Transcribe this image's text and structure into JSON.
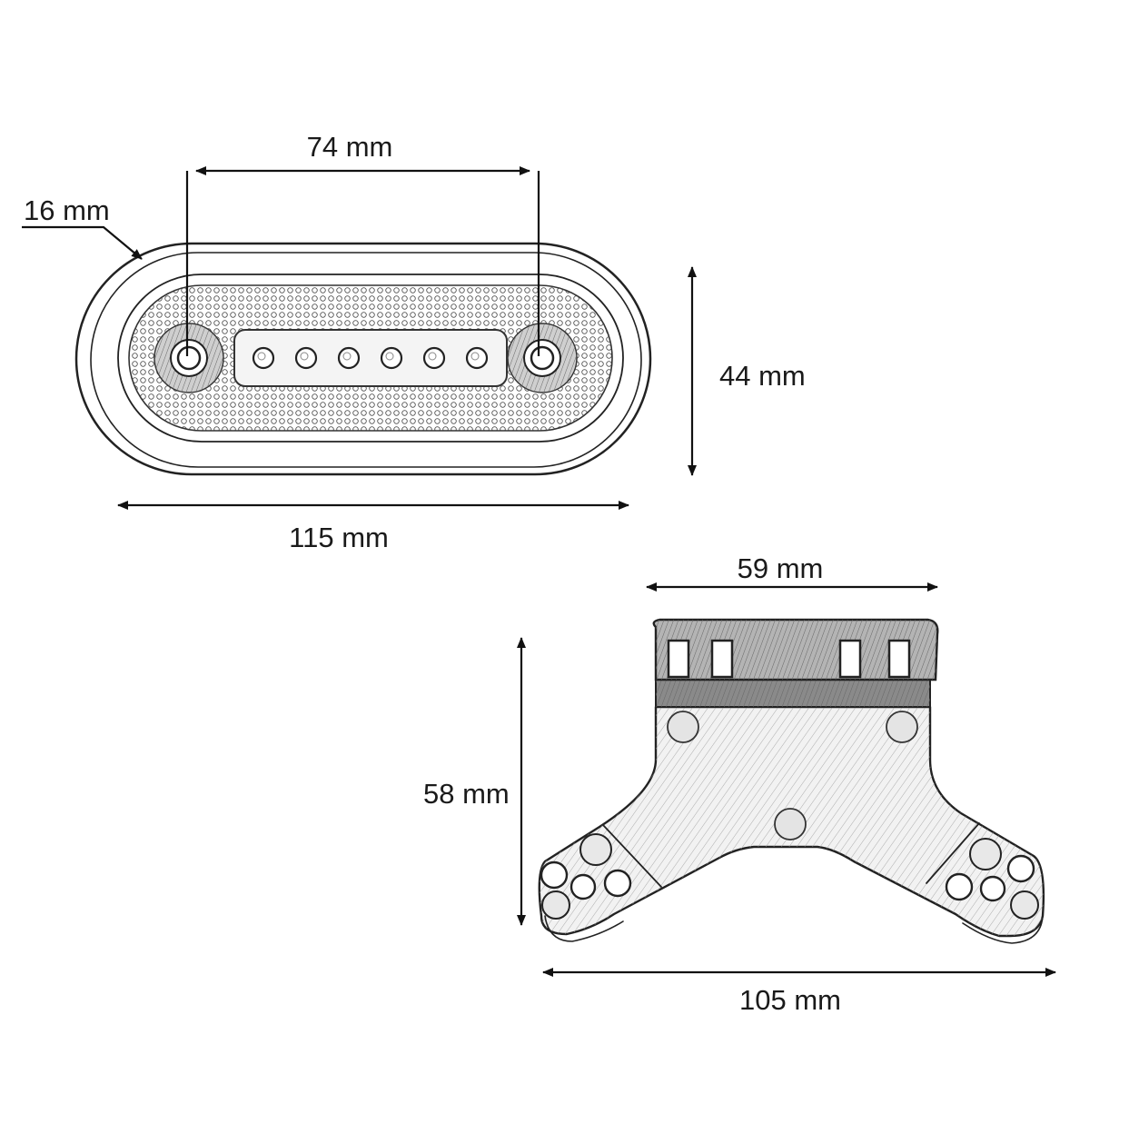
{
  "figure": {
    "background": "#ffffff",
    "ink_color": "#222222",
    "lamp": {
      "led_count": 6,
      "dimensions": {
        "hole_spacing": "74 mm",
        "hole_diameter": "16 mm",
        "height": "44 mm",
        "length": "115 mm"
      }
    },
    "bracket": {
      "dimensions": {
        "top_width": "59 mm",
        "height": "58 mm",
        "width": "105 mm"
      }
    }
  }
}
